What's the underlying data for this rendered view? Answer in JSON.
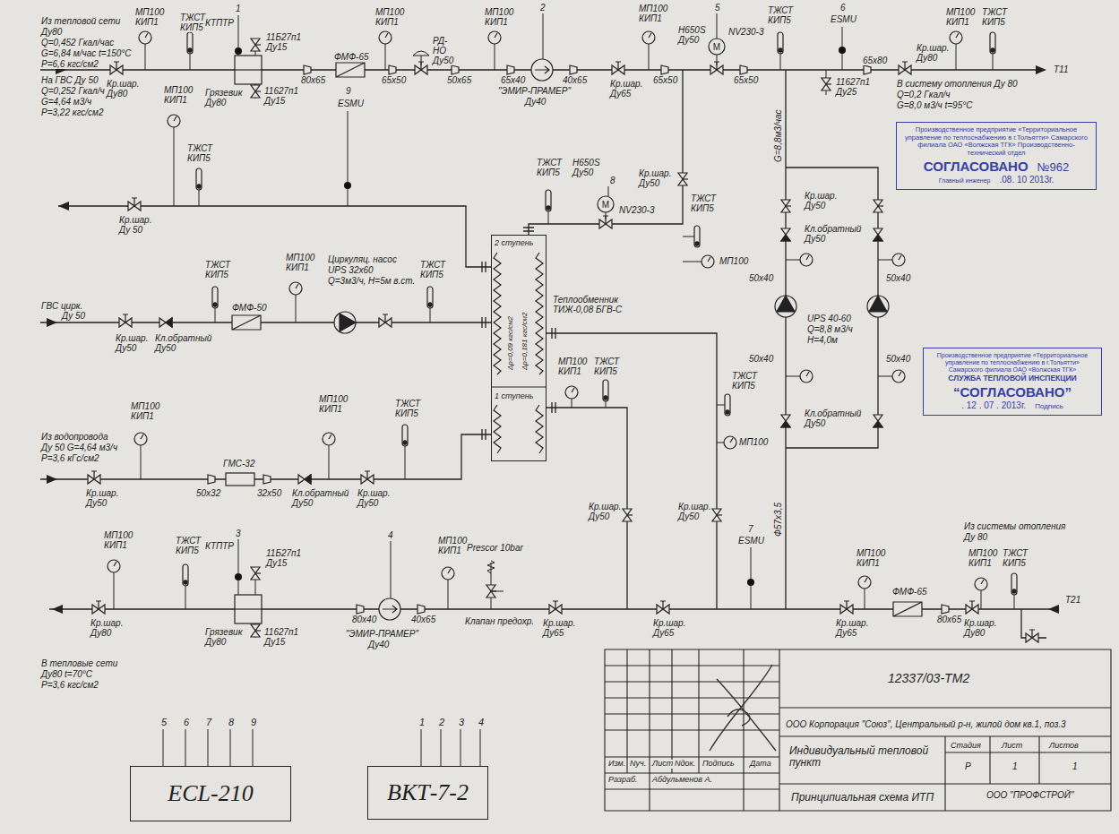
{
  "diagram": {
    "nodes": [
      {
        "text": [
          "2 ступень",
          "Δр=0,09 кгс/см2",
          "Δр=0,181 кгс/см2",
          "1 ступень",
          "Теплообменник ТИЖ-0,08 БГВ-С"
        ]
      },
      {
        "text": [
          "ECL-210"
        ]
      },
      {
        "text": [
          "ВКТ-7-2"
        ]
      },
      {
        "text": [
          "Производственное предприятие «Территориальное управление по теплоснабжению в г.Тольятти» Самарского филиала ОАО «Волжская ТГК» Производственно-технический отдел",
          "СОГЛАСОВАНО",
          "№962",
          "Главный инженер",
          ".08. 10 2013г."
        ]
      },
      {
        "text": [
          "Производственное предприятие «Территориальное управление по теплоснабжению в г.Тольятти» Самарского филиала ОАО «Волжская ТГК»",
          "СЛУЖБА ТЕПЛОВОЙ ИНСПЕКЦИИ",
          "“СОГЛАСОВАНО”",
          ". 12 . 07 . 2013г.",
          "Подпись"
        ]
      }
    ],
    "labels": [
      "Из тепловой сети",
      "Ду80",
      "Q=0,452 Гкал/час",
      "G=6,84 м/час t=150°С",
      "P=6,6 кгс/см2",
      "Кр.шар. Ду80",
      "МП100 КИП1",
      "ТЖСТ КИП5",
      "1",
      "КТПТР",
      "11Б27п1 Ду15",
      "Грязевик Ду80",
      "11627п1 Ду15",
      "80x65",
      "ФМФ-65",
      "МП100 КИП1",
      "65x50",
      "РД-НО Ду50",
      "50x65",
      "МП100 КИП1",
      "65x40",
      "2",
      "\"ЭМИР-ПРАМЕР\"",
      "Ду40",
      "40x65",
      "Кр.шар. Ду65",
      "МП100 КИП1",
      "65x50",
      "5",
      "H650S Ду50",
      "M",
      "NV230-3",
      "65x50",
      "ТЖСТ КИП5",
      "6",
      "ESMU",
      "11627п1 Ду25",
      "65x80",
      "Кр.шар. Ду80",
      "МП100 КИП1",
      "ТЖСТ КИП5",
      "Т11",
      "В систему отопления Ду 80",
      "Q=0,2 Гкал/ч",
      "G=8,0 м3/ч t=95°С",
      "На ГВС Ду 50",
      "Q=0,252 Гкал/ч",
      "G=4,64 м3/ч",
      "P=3,22 кгс/см2",
      "Кр.шар. Ду 50",
      "МП100 КИП1",
      "ТЖСТ КИП5",
      "9",
      "ESMU",
      "ГВС цирк.",
      "Ду 50",
      "Кр.шар. Ду50",
      "Кл.обратный Ду50",
      "ТЖСТ КИП5",
      "ФМФ-50",
      "МП100 КИП1",
      "Циркуляц. насос",
      "UPS 32x60",
      "Q=3м3/ч, H=5м в.ст.",
      "ТЖСТ КИП5",
      "Из водопровода",
      "Ду 50 G=4,64 м3/ч",
      "P=3,6 кГс/см2",
      "Кр.шар. Ду50",
      "МП100 КИП1",
      "ГМС-32",
      "50x32",
      "32x50",
      "Кл.обратный Ду50",
      "МП100 КИП1",
      "Кр.шар. Ду50",
      "ТЖСТ КИП5",
      "ТЖСТ КИП5",
      "H650S Ду50",
      "8",
      "M",
      "NV230-3",
      "Кр.шар. Ду50",
      "ТЖСТ КИП5",
      "МП100",
      "МП100 КИП1",
      "ТЖСТ КИП5",
      "ТЖСТ КИП5",
      "МП100",
      "G=8,8м3/час",
      "Кр.шар. Ду50",
      "Кл.обратный Ду50",
      "50x40",
      "50x40",
      "UPS 40-60",
      "Q=8,8 м3/ч",
      "H=4,0м",
      "50x40",
      "50x40",
      "Кл.обратный Ду50",
      "Ф57x3,5",
      "МП100 КИП1",
      "ТЖСТ КИП5",
      "3",
      "КТПТР",
      "11Б27п1 Ду15",
      "Кр.шар. Ду80",
      "Грязевик Ду80",
      "11627п1 Ду15",
      "В тепловые сети",
      "Ду80 t=70°С",
      "P=3,6 кгс/см2",
      "80x40",
      "4",
      "\"ЭМИР-ПРАМЕР\"",
      "Ду40",
      "40x65",
      "МП100 КИП1",
      "Prescor 10bar",
      "Клапан предохр.",
      "Кр.шар. Ду50",
      "Кр.шар. Ду50",
      "Кр.шар. Ду65",
      "Кр.шар. Ду65",
      "7",
      "ESMU",
      "МП100 КИП1",
      "Кр.шар. Ду65",
      "ФМФ-65",
      "80x65",
      "Кр.шар. Ду80",
      "Из системы отопления",
      "Ду 80",
      "МП100 КИП1",
      "ТЖСТ КИП5",
      "Т21",
      "5",
      "6",
      "7",
      "8",
      "9",
      "1",
      "2",
      "3",
      "4",
      "Изм.",
      "Nуч.",
      "Лист",
      "Nдок.",
      "Подпись",
      "Дата",
      "Разраб.",
      "Абдульменов А.",
      "12337/03-ТМ2",
      "ООО Корпорация \"Союз\", Центральный р-н, жилой дом кв.1, поз.3",
      "Индивидуальный тепловой пункт",
      "Стадия",
      "Лист",
      "Листов",
      "Р",
      "1",
      "1",
      "Принципиальная схема ИТП",
      "ООО \"ПРОФСТРОЙ\""
    ]
  }
}
